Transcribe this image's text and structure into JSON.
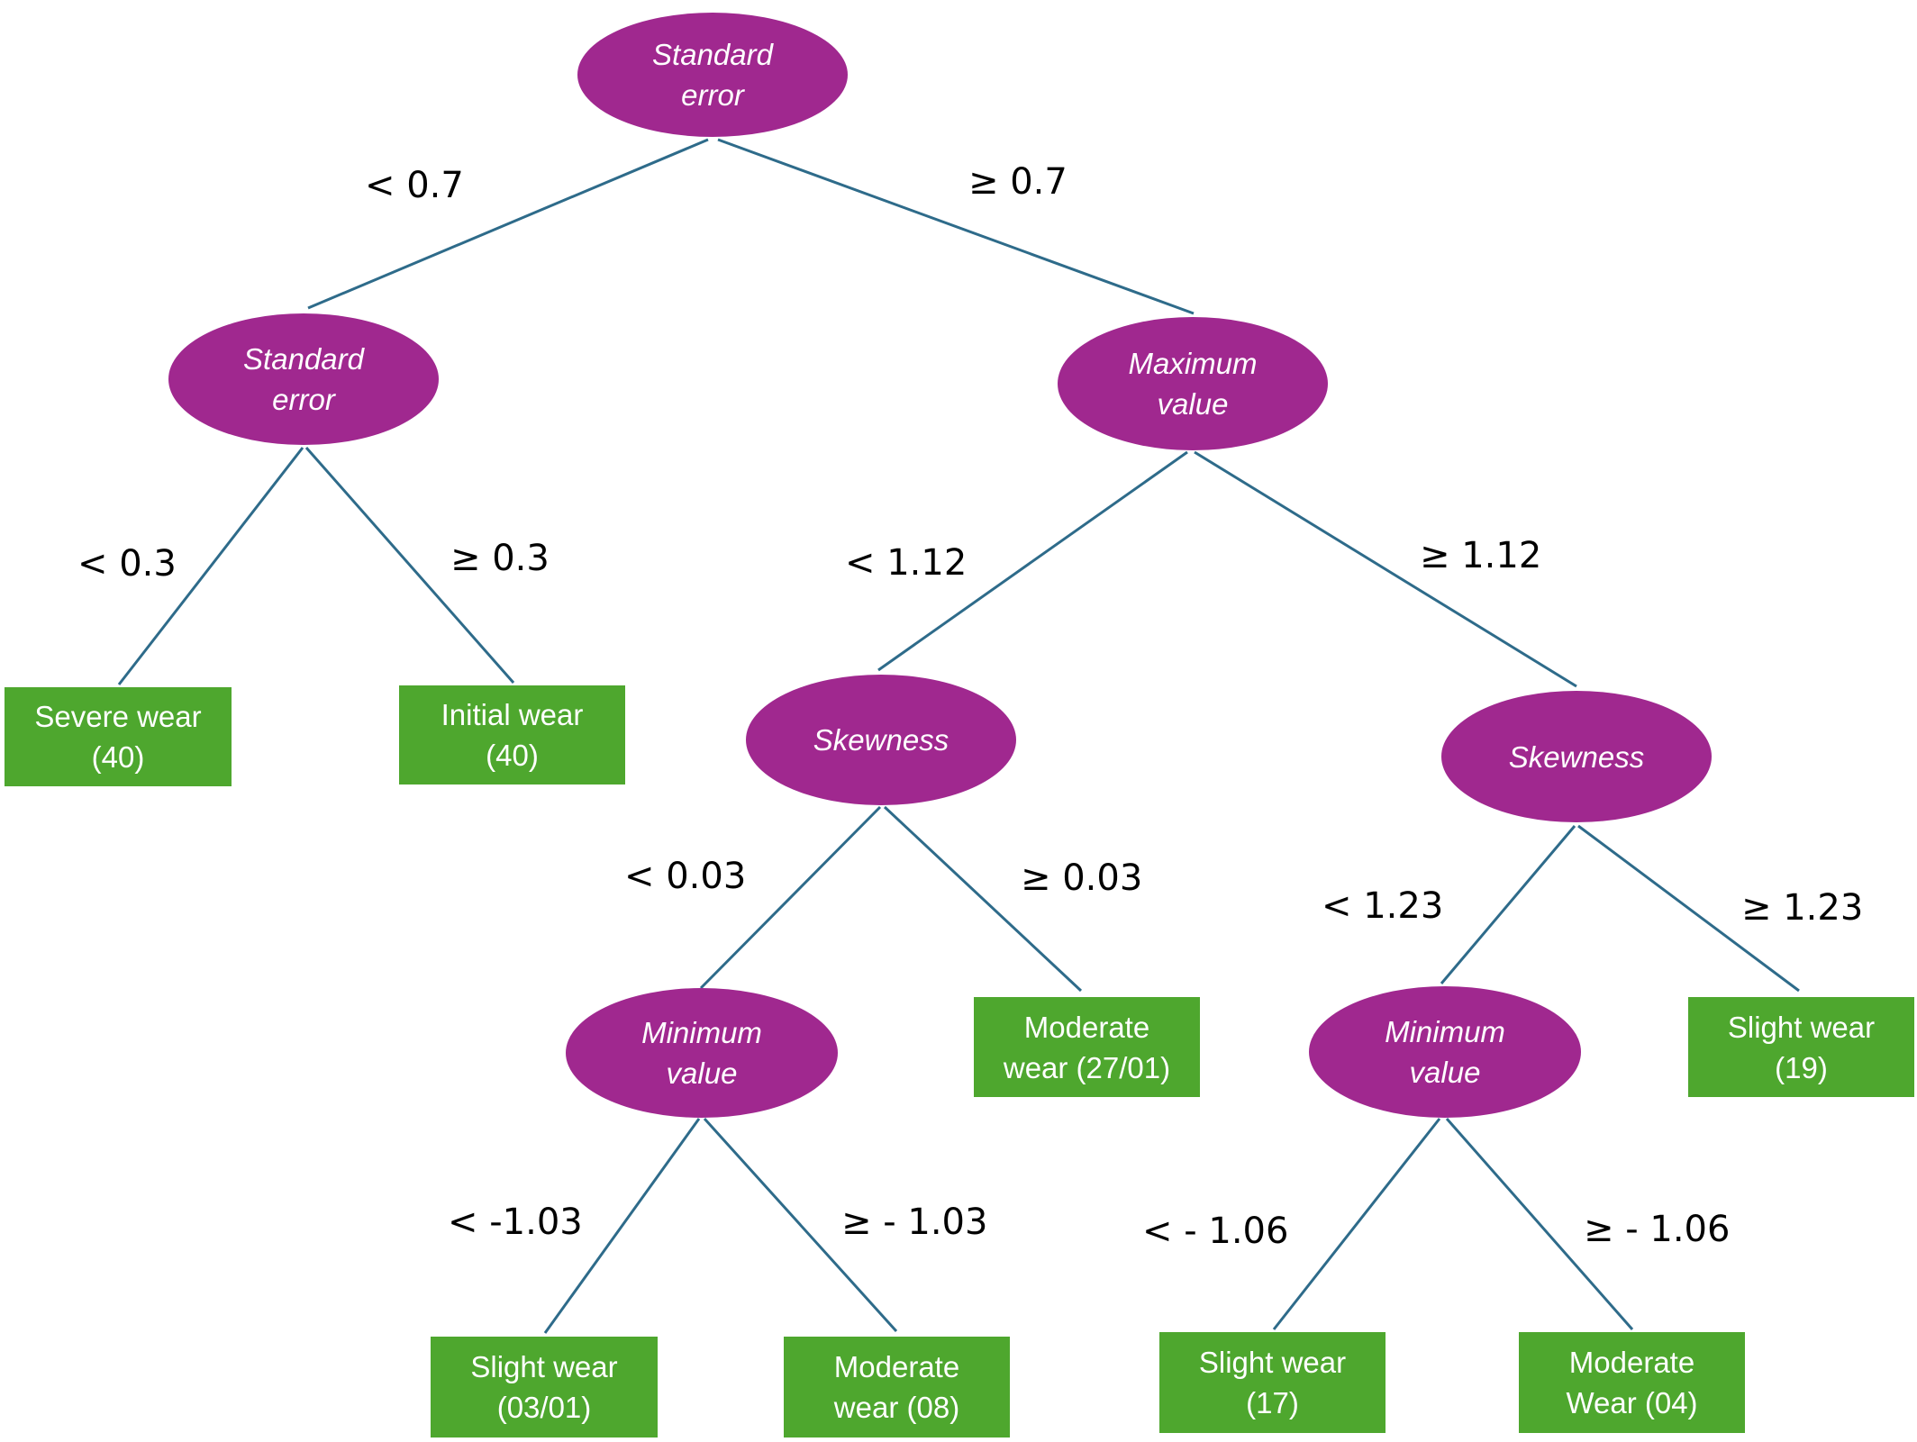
{
  "colors": {
    "decision_fill": "#a0288f",
    "leaf_fill": "#4ea72e",
    "edge": "#2e6b8a",
    "node_text": "#ffffff",
    "label_text": "#000000"
  },
  "nodes": {
    "root": "Standard\nerror",
    "se2": "Standard\nerror",
    "maxval": "Maximum\nvalue",
    "skew1": "Skewness",
    "skew2": "Skewness",
    "min1": "Minimum\nvalue",
    "min2": "Minimum\nvalue",
    "leaf_severe": "Severe wear\n(40)",
    "leaf_initial": "Initial wear\n(40)",
    "leaf_moderate_27": "Moderate\nwear (27/01)",
    "leaf_slight_19": "Slight wear\n(19)",
    "leaf_slight_0301": "Slight wear\n(03/01)",
    "leaf_moderate_08": "Moderate\nwear (08)",
    "leaf_slight_17": "Slight wear\n(17)",
    "leaf_moderate_04": "Moderate\nWear (04)"
  },
  "edge_labels": {
    "root_left": "< 0.7",
    "root_right": "≥ 0.7",
    "se2_left": "< 0.3",
    "se2_right": "≥ 0.3",
    "max_left": "< 1.12",
    "max_right": "≥ 1.12",
    "skew1_left": "< 0.03",
    "skew1_right": "≥ 0.03",
    "skew2_left": "< 1.23",
    "skew2_right": "≥ 1.23",
    "min1_left": "< -1.03",
    "min1_right": "≥ - 1.03",
    "min2_left": "< - 1.06",
    "min2_right": "≥ - 1.06"
  }
}
